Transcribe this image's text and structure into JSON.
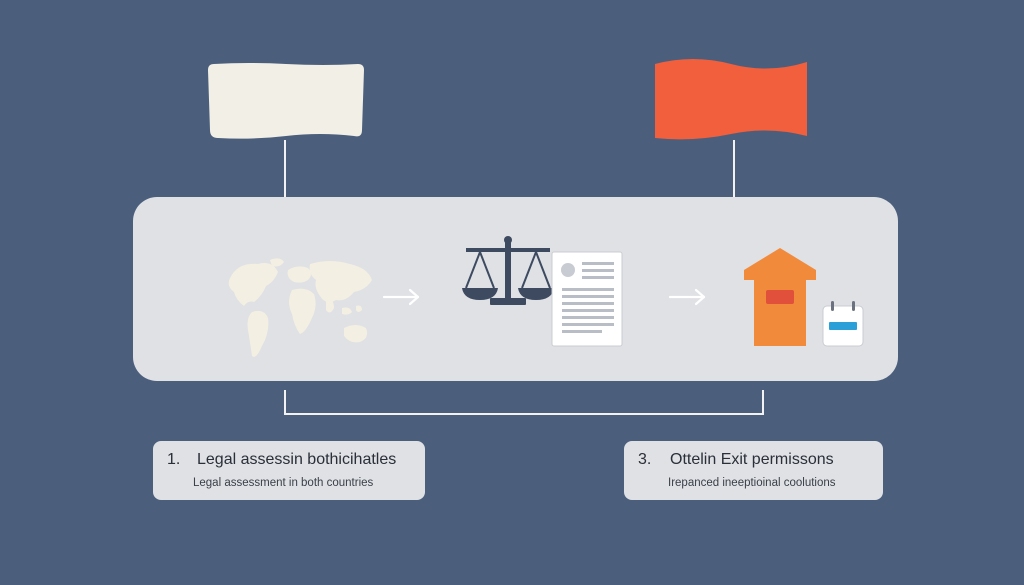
{
  "steps": [
    {
      "number": "1.",
      "title": "Legal assessin bothicihatles",
      "subtitle": "Legal assessment in both countries"
    },
    {
      "number": "3.",
      "title": "Ottelin Exit permissons",
      "subtitle": "Irepanced ineeptioinal coolutions"
    }
  ],
  "colors": {
    "background": "#4b5f7d",
    "panel": "#dfe1e5",
    "flag_left": "#f2efe6",
    "flag_right": "#f15f3c",
    "icon_dark": "#3d4a60",
    "building": "#f28a3c",
    "map": "#f3efe2"
  },
  "icons": {
    "world_map": "world-map-icon",
    "arrow_1": "arrow-right-icon",
    "scales": "scales-of-justice-icon",
    "document": "document-icon",
    "arrow_2": "arrow-right-icon",
    "building": "building-icon",
    "calendar": "calendar-icon"
  }
}
